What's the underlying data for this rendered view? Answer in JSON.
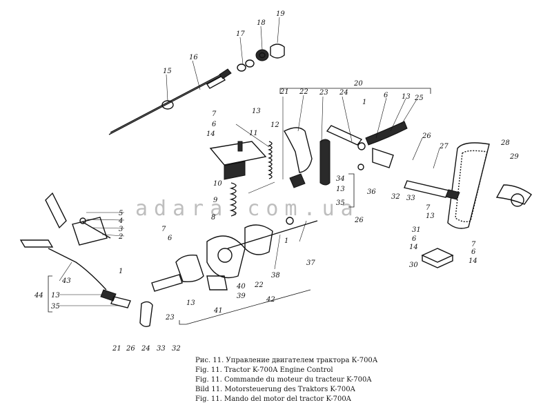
{
  "watermark": "adara.com.ua",
  "captions": [
    "Рис. 11. Управление двигателем трактора К-700А",
    "Fig. 11. Tractor K-700A Engine Control",
    "Fig. 11. Commande du moteur du tracteur K-700A",
    "Bild 11. Motorsteuerung des Traktors K-700A",
    "Fig. 11. Mando del motor del tractor K-700A"
  ],
  "callouts": {
    "n1a": "1",
    "n1b": "1",
    "n1c": "1",
    "n2": "2",
    "n3": "3",
    "n4": "4",
    "n5": "5",
    "n6a": "6",
    "n6b": "6",
    "n6c": "6",
    "n6d": "6",
    "n6e": "6",
    "n7a": "7",
    "n7b": "7",
    "n7c": "7",
    "n7d": "7",
    "n8": "8",
    "n9": "9",
    "n10": "10",
    "n11": "11",
    "n12": "12",
    "n13a": "13",
    "n13b": "13",
    "n13c": "13",
    "n13d": "13",
    "n13e": "13",
    "n13f": "13",
    "n14a": "14",
    "n14b": "14",
    "n14c": "14",
    "n15": "15",
    "n16": "16",
    "n17": "17",
    "n18": "18",
    "n19": "19",
    "n20": "20",
    "n21a": "21",
    "n21b": "21",
    "n22a": "22",
    "n22b": "22",
    "n23a": "23",
    "n23b": "23",
    "n24a": "24",
    "n24b": "24",
    "n25": "25",
    "n26a": "26",
    "n26b": "26",
    "n26c": "26",
    "n27": "27",
    "n28": "28",
    "n29": "29",
    "n30": "30",
    "n31": "31",
    "n32a": "32",
    "n32b": "32",
    "n33a": "33",
    "n33b": "33",
    "n34": "34",
    "n35a": "35",
    "n35b": "35",
    "n36": "36",
    "n37": "37",
    "n38": "38",
    "n39": "39",
    "n40": "40",
    "n41": "41",
    "n42": "42",
    "n43": "43",
    "n44": "44"
  }
}
